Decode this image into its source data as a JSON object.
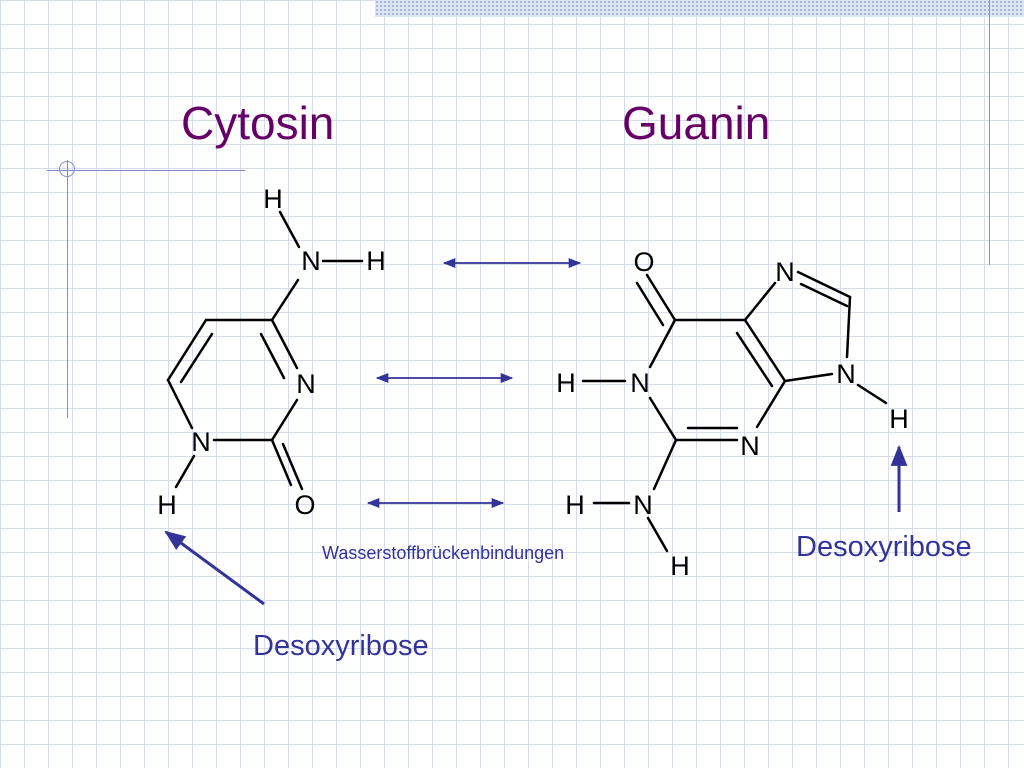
{
  "titles": {
    "cytosin": "Cytosin",
    "guanin": "Guanin"
  },
  "labels": {
    "hydrogen_bonds": "Wasserstoffbrückenbindungen",
    "desoxyribose_left": "Desoxyribose",
    "desoxyribose_right": "Desoxyribose"
  },
  "atoms": {
    "hydrogen": "H",
    "nitrogen": "N",
    "oxygen": "O"
  },
  "colors": {
    "title": "#660066",
    "label": "#333399",
    "bond": "#000000",
    "arrow": "#333399"
  }
}
